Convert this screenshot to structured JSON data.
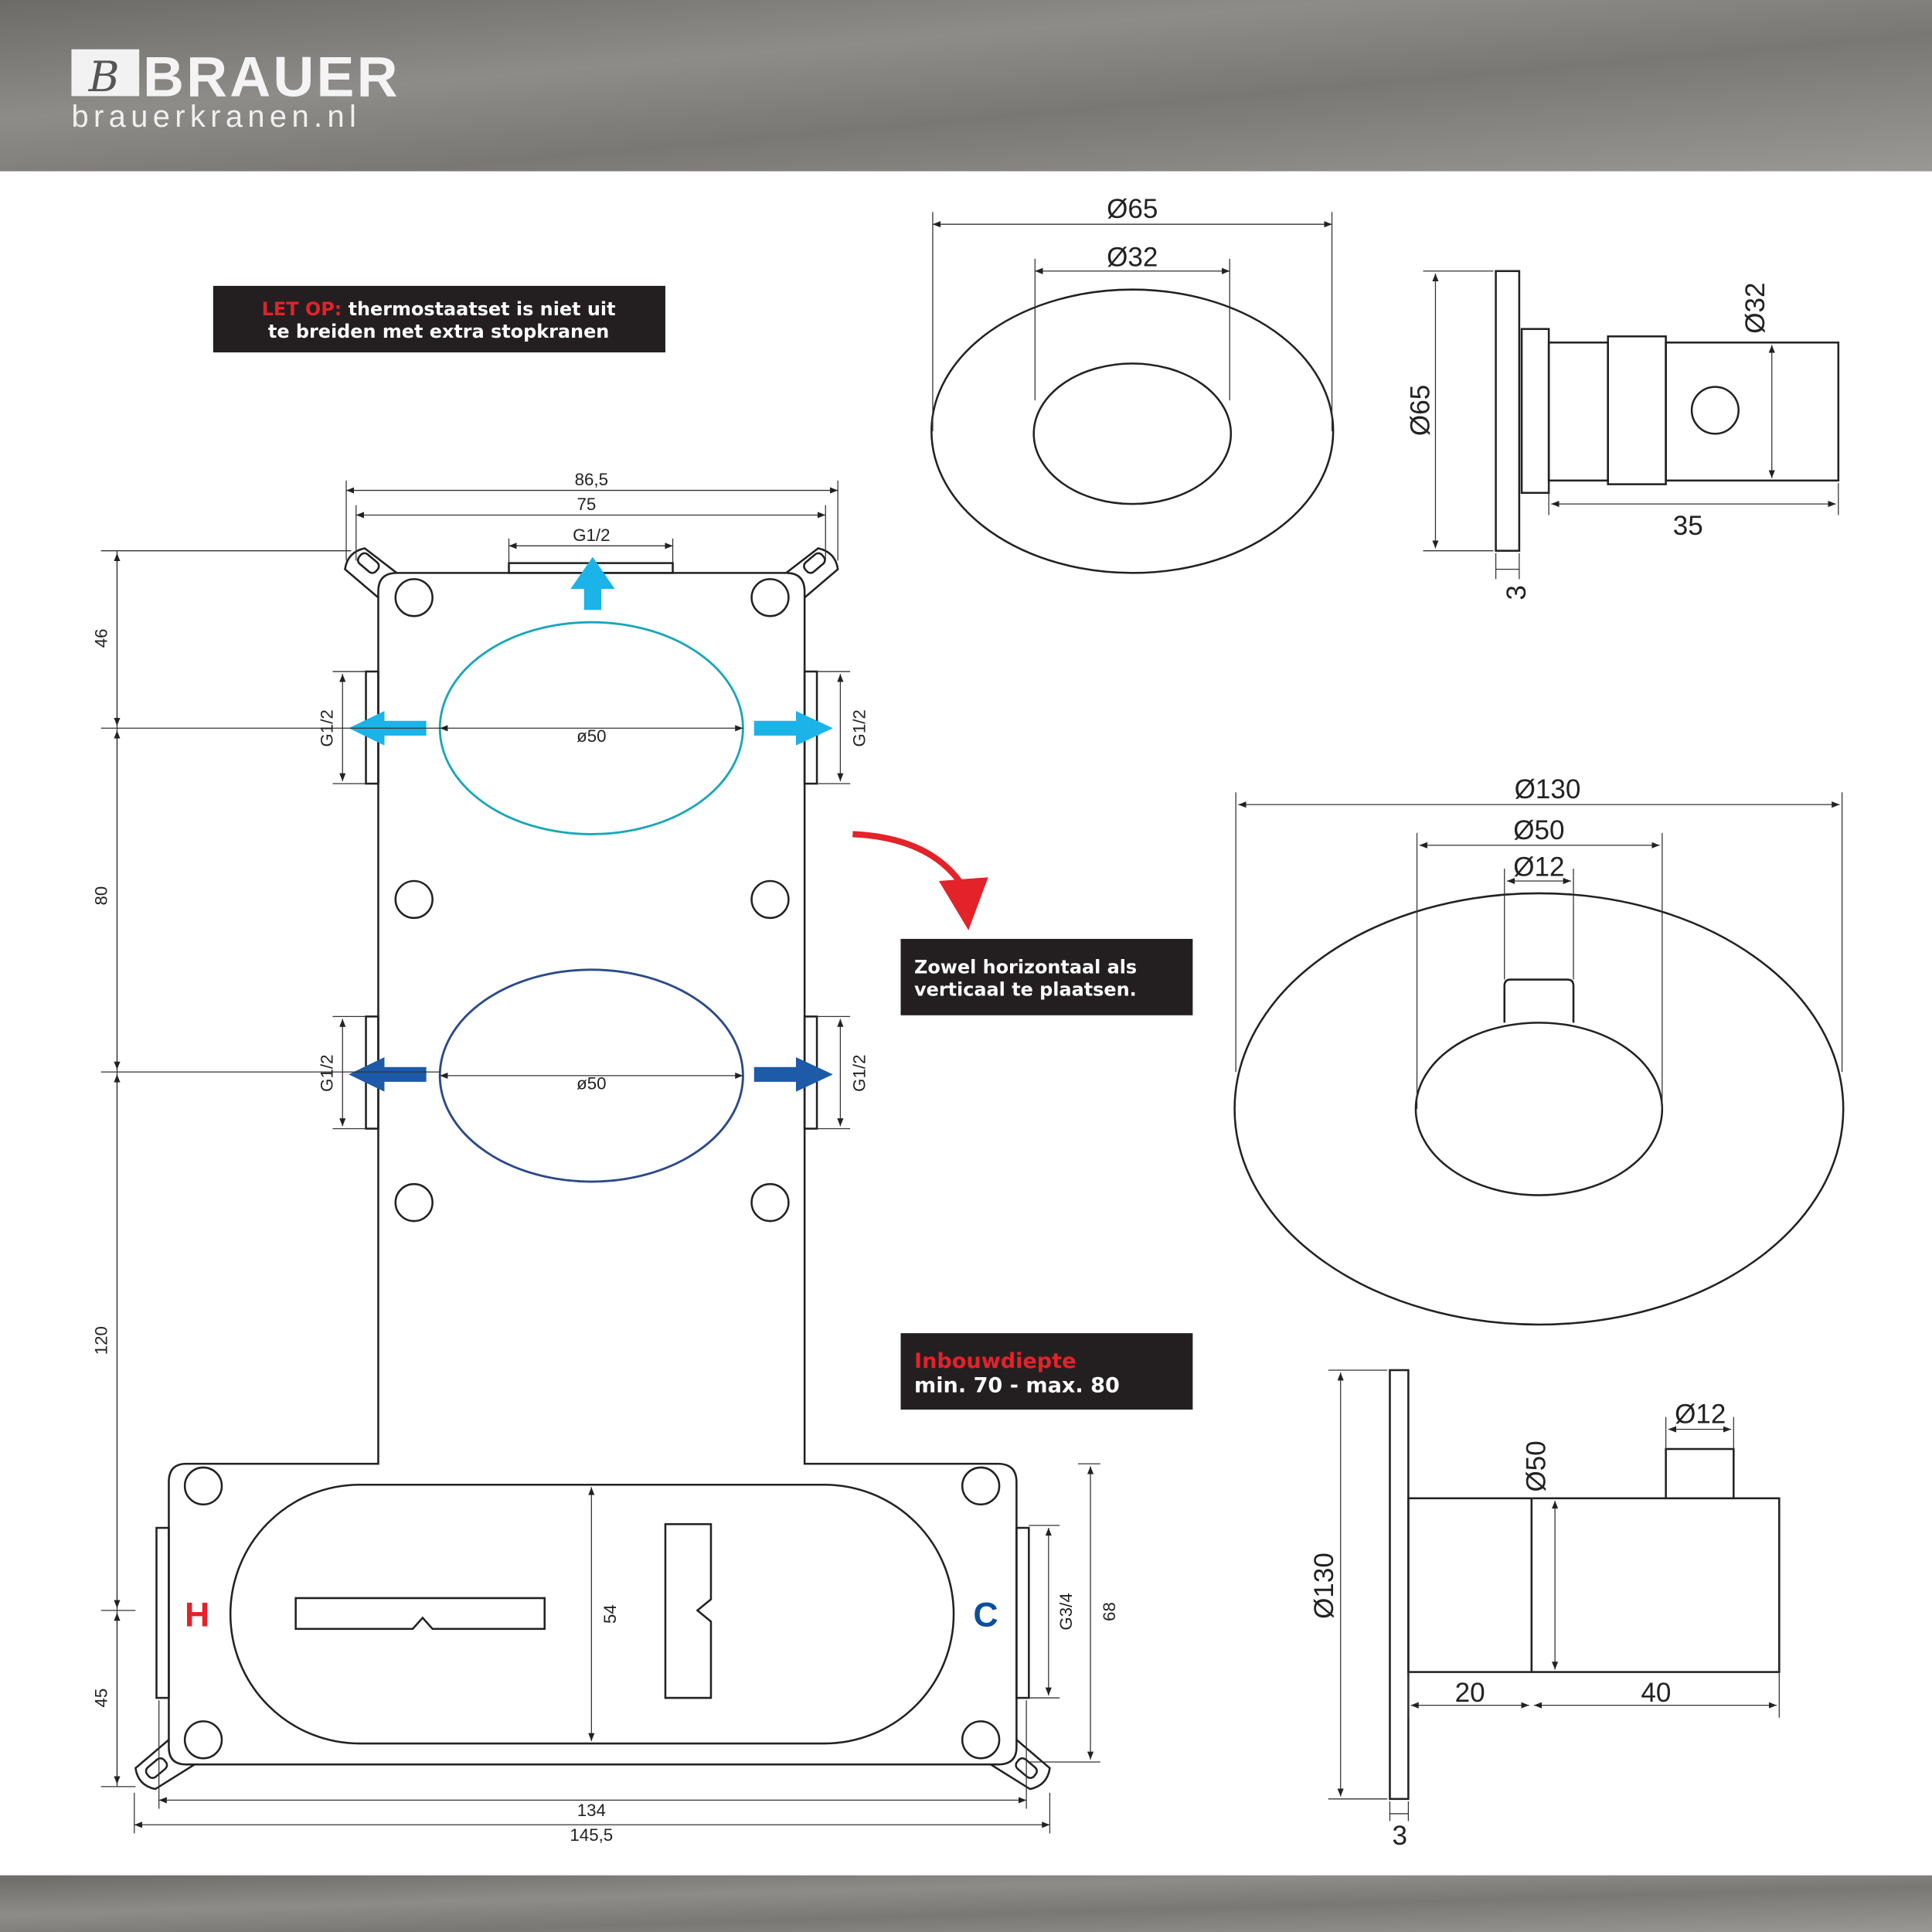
{
  "header": {
    "brand": "BRAUER",
    "website": "brauerkranen.nl"
  },
  "notes": {
    "warning_prefix": "LET OP:",
    "warning_line1": "thermostaatset is niet uit",
    "warning_line2": "te breiden met extra stopkranen",
    "orientation_line1": "Zowel horizontaal als",
    "orientation_line2": "verticaal te plaatsen.",
    "depth_title": "Inbouwdiepte",
    "depth_value": "min. 70 - max. 80"
  },
  "mounting_plate": {
    "top_width_outer": "86,5",
    "top_width_inner": "75",
    "top_outlet": "G1/2",
    "side_outlets": [
      "G1/2",
      "G1/2",
      "G1/2",
      "G1/2"
    ],
    "circle_diameters": [
      "ø50",
      "ø50"
    ],
    "left_dims": [
      "46",
      "80",
      "120",
      "45"
    ],
    "bottom_width_inner": "134",
    "bottom_width_outer": "145,5",
    "body_height": "54",
    "inlet_thread": "G3/4",
    "bottom_height": "68",
    "hot_label": "H",
    "cold_label": "C"
  },
  "small_rosette": {
    "outer": "Ø65",
    "inner": "Ø32"
  },
  "small_side": {
    "height": "Ø65",
    "knob": "Ø32",
    "depth": "35",
    "plate": "3"
  },
  "large_rosette": {
    "outer": "Ø130",
    "knob": "Ø50",
    "stem": "Ø12"
  },
  "large_side": {
    "height": "Ø130",
    "knob": "Ø50",
    "stem": "Ø12",
    "depth1": "20",
    "depth2": "40",
    "plate": "3"
  },
  "colors": {
    "hot": "#e3222a",
    "cold": "#0b4f9c",
    "teal_arrow": "#1bb3e8",
    "blue_arrow": "#1d5aa8",
    "red_arrow": "#e3222a",
    "box": "#231f20"
  }
}
